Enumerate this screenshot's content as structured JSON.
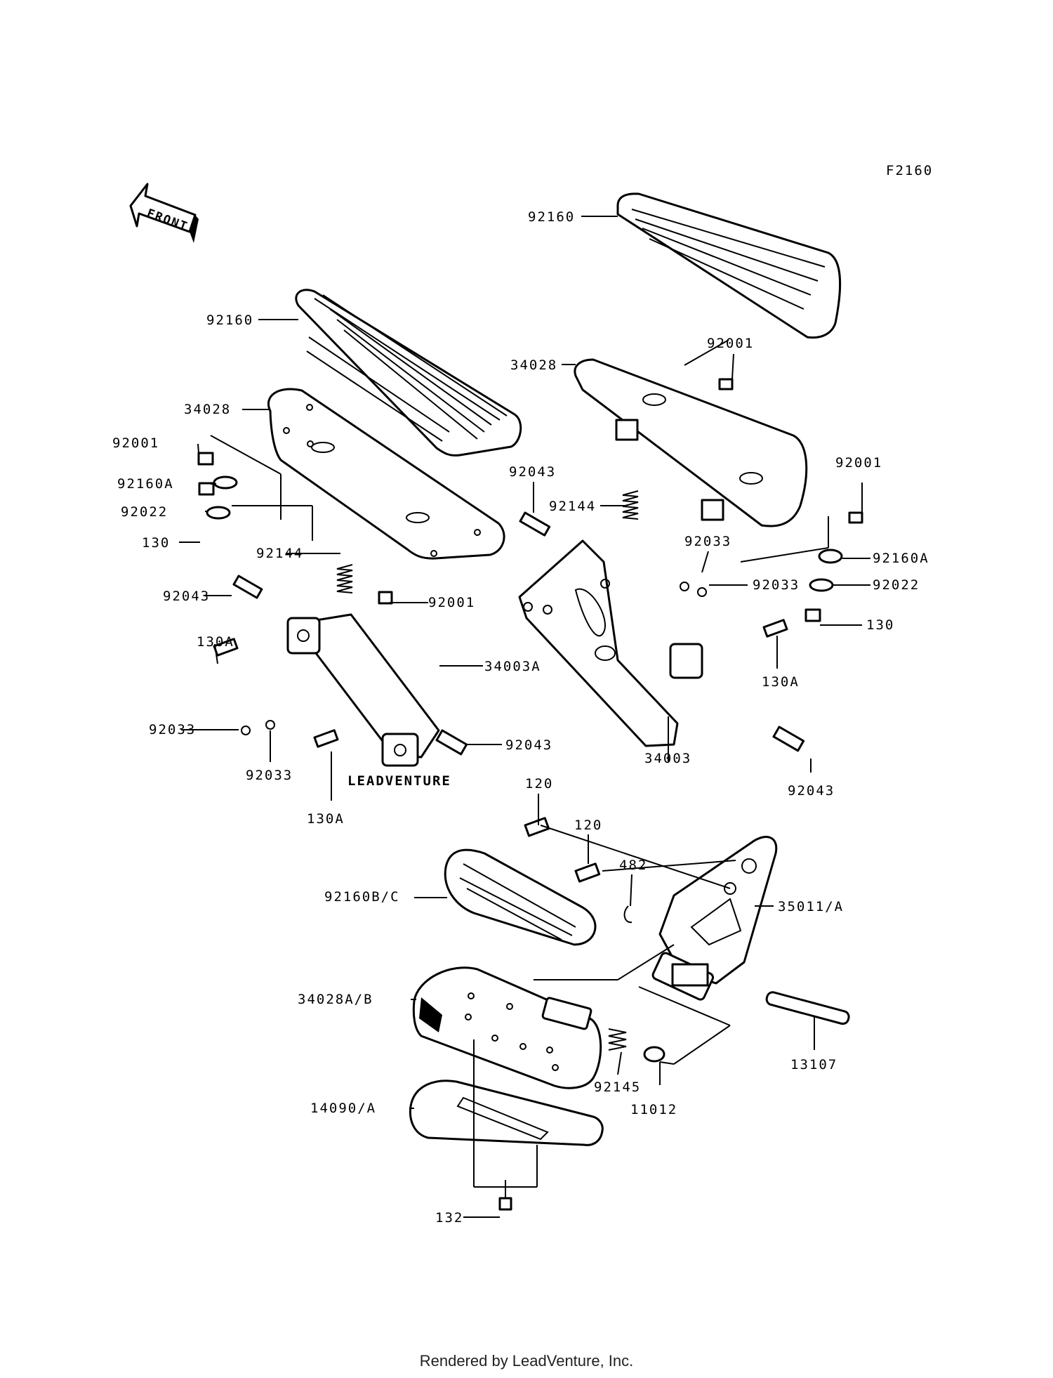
{
  "diagram_code": "F2160",
  "front_label": "FRONT",
  "watermark": "LEADVENTURE",
  "footer": "Rendered by LeadVenture, Inc.",
  "labels": {
    "l1": "92160",
    "l2": "92160",
    "l3": "34028",
    "l4": "92001",
    "l5": "92160A",
    "l6": "92022",
    "l7": "130",
    "l8": "92144",
    "l9": "92043",
    "l10": "92001",
    "l11": "130A",
    "l12": "34003A",
    "l13": "92033",
    "l14": "92033",
    "l15": "92043",
    "l16": "130A",
    "l17": "34028",
    "l18": "92001",
    "l19": "92043",
    "l20": "92144",
    "l21": "92001",
    "l22": "92033",
    "l23": "92033",
    "l24": "92160A",
    "l25": "92022",
    "l26": "130",
    "l27": "130A",
    "l28": "34003",
    "l29": "92043",
    "l30": "120",
    "l31": "120",
    "l32": "482",
    "l33": "35011/A",
    "l34": "92160B/C",
    "l35": "34028A/B",
    "l36": "13107",
    "l37": "92145",
    "l38": "11012",
    "l39": "14090/A",
    "l40": "132"
  },
  "colors": {
    "ink": "#000000",
    "paper": "#ffffff",
    "watermark": "#e6e6e6"
  }
}
